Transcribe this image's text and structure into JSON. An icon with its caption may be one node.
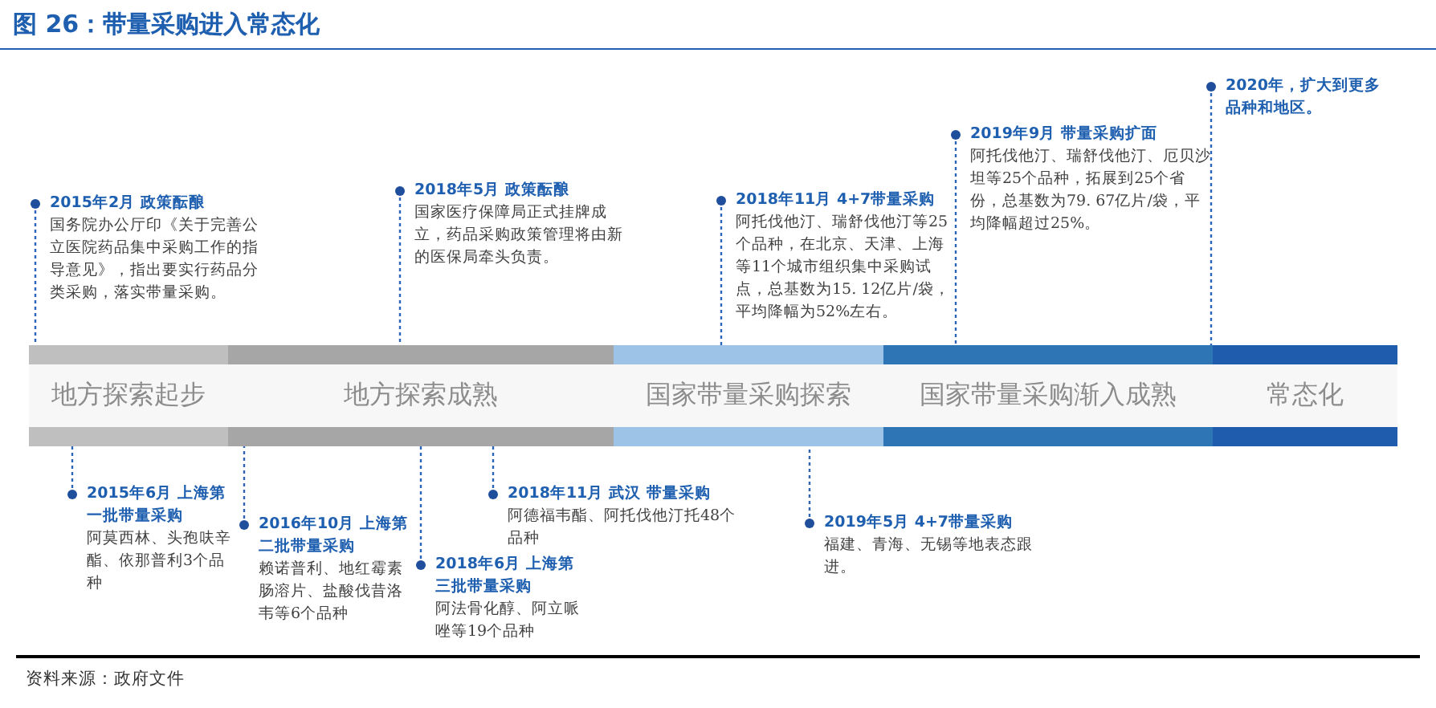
{
  "diagram": {
    "title": "图 26：带量采购进入常态化",
    "caption": "资料来源：政府文件",
    "nodes": [
      {
        "text": [
          "地方探索起步"
        ]
      },
      {
        "text": [
          "地方探索成熟"
        ]
      },
      {
        "text": [
          "国家带量采购探索"
        ]
      },
      {
        "text": [
          "国家带量采购渐入成熟"
        ]
      },
      {
        "text": [
          "常态化"
        ]
      },
      {
        "text": [
          "2015年2月  政策酝酿",
          "国务院办公厅印《关于完善公立医院药品集中采购工作的指导意见》，指出要实行药品分类采购，落实带量采购。"
        ]
      },
      {
        "text": [
          "2018年5月  政策酝酿",
          "国家医疗保障局正式挂牌成立，药品采购政策管理将由新的医保局牵头负责。"
        ]
      },
      {
        "text": [
          "2018年11月  4+7带量采购",
          "阿托伐他汀、瑞舒伐他汀等25个品种，在北京、天津、上海等11个城市组织集中采购试点，总基数为15. 12亿片/袋，平均降幅为52%左右。"
        ]
      },
      {
        "text": [
          "2019年9月  带量采购扩面",
          "阿托伐他汀、瑞舒伐他汀、厄贝沙坦等25个品种，拓展到25个省份，总基数为79. 67亿片/袋，平均降幅超过25%。"
        ]
      },
      {
        "text": [
          "2020年，扩大到更多品种和地区。"
        ]
      },
      {
        "text": [
          "2015年6月  上海第一批带量采购",
          "阿莫西林、头孢呋辛酯、依那普利3个品种"
        ]
      },
      {
        "text": [
          "2016年10月  上海第二批带量采购",
          "赖诺普利、地红霉素肠溶片、盐酸伐昔洛韦等6个品种"
        ]
      },
      {
        "text": [
          "2018年6月  上海第三批带量采购",
          "阿法骨化醇、阿立哌唑等19个品种"
        ]
      },
      {
        "text": [
          "2018年11月  武汉  带量采购",
          "阿德福韦酯、阿托伐他汀托48个品种"
        ]
      },
      {
        "text": [
          "2019年5月  4+7带量采购",
          "福建、青海、无锡等地表态跟进。"
        ]
      }
    ],
    "edges": [
      {
        "from": 5,
        "to": 0,
        "arrow": "other",
        "style": "dashed"
      },
      {
        "from": 6,
        "to": 1,
        "arrow": "other",
        "style": "dashed"
      },
      {
        "from": 7,
        "to": 2,
        "arrow": "other",
        "style": "dashed"
      },
      {
        "from": 8,
        "to": 3,
        "arrow": "other",
        "style": "dashed"
      },
      {
        "from": 9,
        "to": 4,
        "arrow": "other",
        "style": "dashed"
      },
      {
        "from": 10,
        "to": 0,
        "arrow": "other",
        "style": "dashed"
      },
      {
        "from": 11,
        "to": 1,
        "arrow": "other",
        "style": "dashed"
      },
      {
        "from": 12,
        "to": 1,
        "arrow": "other",
        "style": "dashed"
      },
      {
        "from": 13,
        "to": 1,
        "arrow": "other",
        "style": "dashed"
      },
      {
        "from": 14,
        "to": 2,
        "arrow": "other",
        "style": "dashed"
      }
    ]
  }
}
